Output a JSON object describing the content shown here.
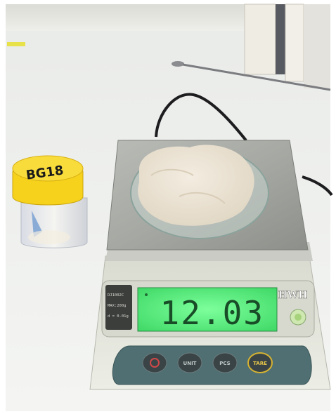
{
  "jar": {
    "label": "BG18"
  },
  "scale": {
    "brand": "HWH",
    "spec_lines": [
      "DJ1002C",
      "MAX:200g",
      "d = 0.01g"
    ],
    "display_value": "12.03",
    "buttons": [
      {
        "id": "power",
        "label": ""
      },
      {
        "id": "unit",
        "label": "UNIT"
      },
      {
        "id": "pcs",
        "label": "PCS"
      },
      {
        "id": "tare",
        "label": "TARE"
      }
    ]
  },
  "colors": {
    "display_bg": "#4cf07a",
    "lid_yellow": "#f6d21c",
    "scale_body": "#e4e6dc",
    "keypad": "#4f6f72",
    "tare_button": "#d6b232",
    "power_button": "#b33a3a"
  }
}
